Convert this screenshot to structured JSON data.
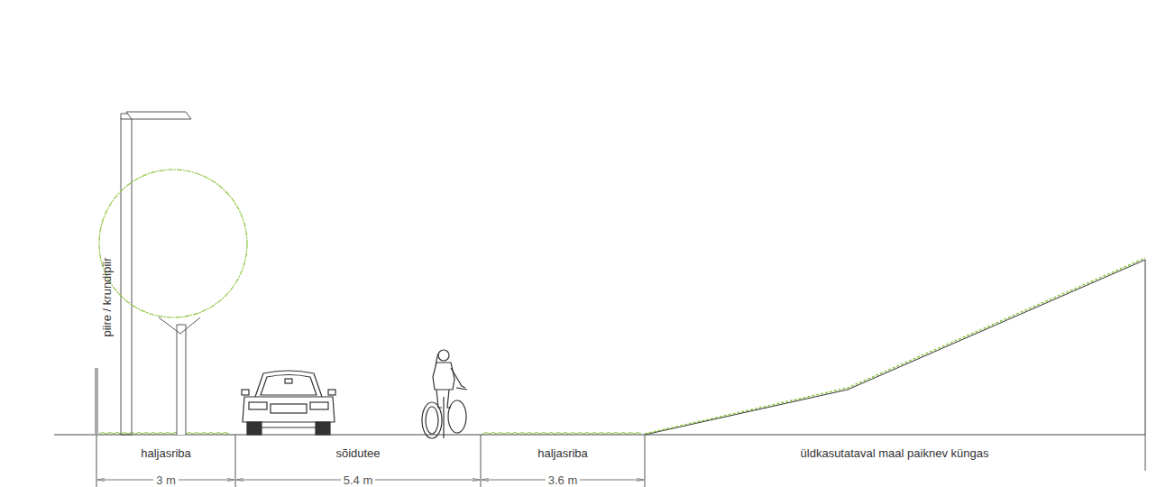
{
  "diagram": {
    "labels": [
      "piire / krundipiir",
      "haljasriba",
      "sõidutee",
      "haljasriba",
      "üldkasutataval maal paiknev küngas",
      "3 m",
      "5.4 m",
      "3.6 m"
    ]
  }
}
